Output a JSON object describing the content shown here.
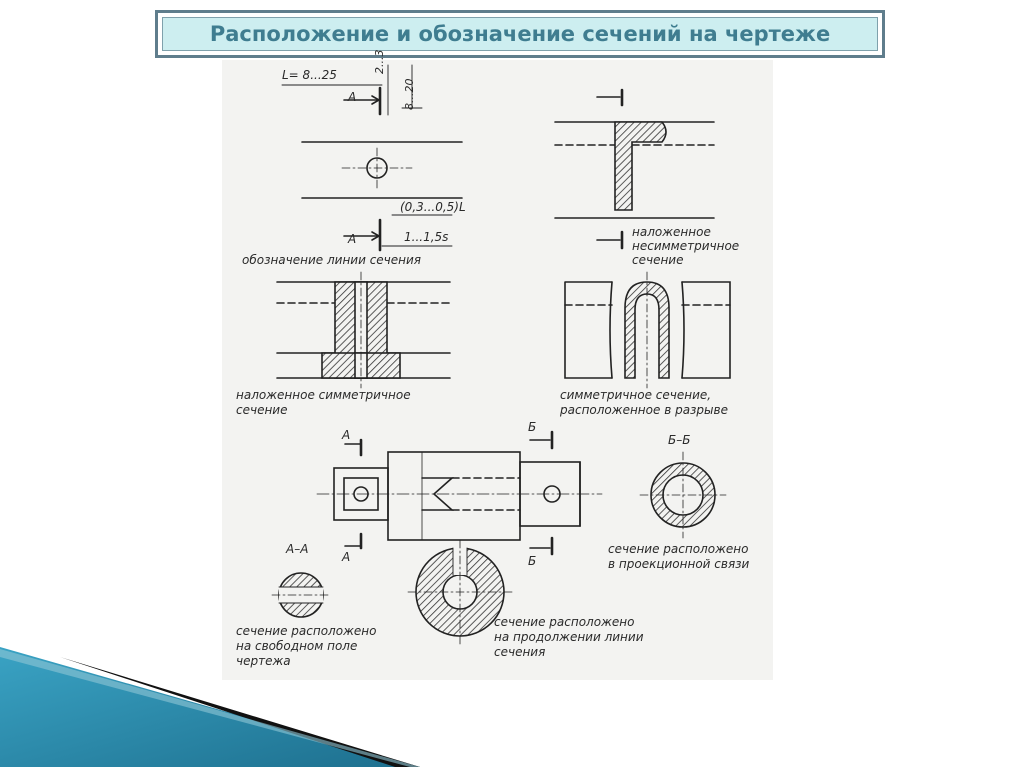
{
  "slide": {
    "title": "Расположение и обозначение сечений на чертеже"
  },
  "drawing": {
    "dims": {
      "l_range": "L= 8...25",
      "gap": "2...3",
      "height": "8...20",
      "ratio": "(0,3...0,5)L",
      "thick": "1...1,5s"
    },
    "letters": {
      "a_top": "А",
      "a_bottom": "А",
      "a_cut_top": "А",
      "a_cut_bottom": "А",
      "b_top": "Б",
      "b_bottom": "Б",
      "bb_title": "Б–Б",
      "aa_title": "А–А"
    },
    "captions": {
      "line_designation": "обозначение линии сечения",
      "asym_1": "наложенное",
      "asym_2": "несимметричное",
      "asym_3": "сечение",
      "sym_1": "наложенное симметричное",
      "sym_2": "сечение",
      "break_1": "симметричное сечение,",
      "break_2": "расположенное в разрыве",
      "proj_1": "сечение расположено",
      "proj_2": "в проекционной связи",
      "free_1": "сечение расположено",
      "free_2": "на свободном поле",
      "free_3": "чертежа",
      "cont_1": "сечение расположено",
      "cont_2": "на продолжении линии",
      "cont_3": "сечения"
    }
  },
  "colors": {
    "title_text": "#3f7d90",
    "title_fill": "#cdeef0",
    "title_border": "#5f7d8c",
    "accent_teal": "#2a8fae"
  }
}
